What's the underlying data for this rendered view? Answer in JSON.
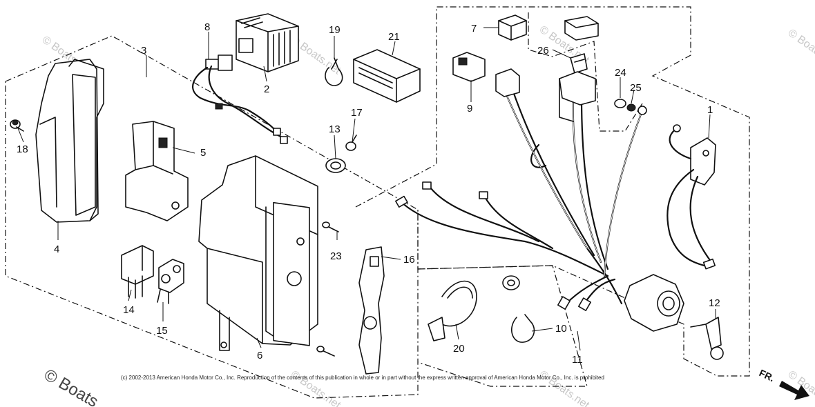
{
  "copyright": "(c) 2002-2013 American Honda Motor Co., Inc. Reproduction of the contents of this publication in whole or in part without the express written approval of American Honda Motor Co., Inc. is prohibited",
  "watermark": "© Boats.net",
  "watermark_corner": "© Boats",
  "front_marker": "FR.",
  "callouts": [
    "1",
    "2",
    "3",
    "4",
    "5",
    "6",
    "7",
    "8",
    "9",
    "10",
    "11",
    "12",
    "13",
    "14",
    "15",
    "16",
    "17",
    "18",
    "19",
    "20",
    "21",
    "23",
    "24",
    "25",
    "26"
  ]
}
